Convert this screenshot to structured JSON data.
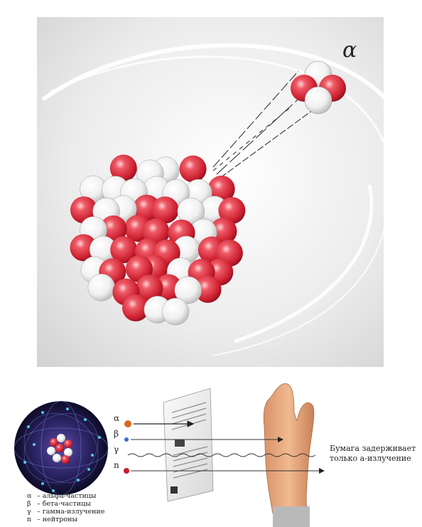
{
  "top_figure": {
    "alpha_symbol": "α"
  },
  "bottom_figure": {
    "ray_symbols": [
      "α",
      "β",
      "γ",
      "n"
    ],
    "legend": [
      {
        "symbol": "α",
        "text": "– альфа-частицы"
      },
      {
        "symbol": "β",
        "text": "– бета-частицы"
      },
      {
        "symbol": "γ",
        "text": "– гамма-излучение"
      },
      {
        "symbol": "n",
        "text": "– нейтроны"
      }
    ],
    "caption_line1": "Бумага задерживает",
    "caption_line2": "только а-излучение"
  },
  "colors": {
    "proton_red": "#d92b3a",
    "neutron_white": "#f4f4f4",
    "background_gray": "#e6e6e6"
  }
}
